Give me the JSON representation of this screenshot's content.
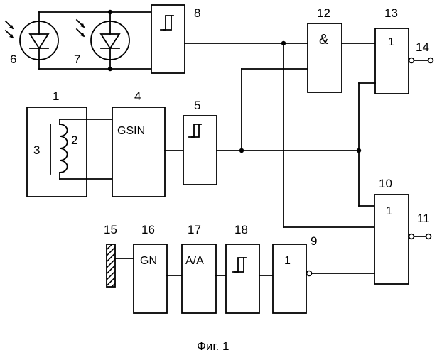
{
  "caption": "Фиг. 1",
  "blocks": {
    "b1": {
      "num": "1"
    },
    "b2": {
      "num": "2"
    },
    "b3": {
      "num": "3"
    },
    "b4": {
      "num": "4",
      "label": "GSIN"
    },
    "b5": {
      "num": "5"
    },
    "b6": {
      "num": "6"
    },
    "b7": {
      "num": "7"
    },
    "b8": {
      "num": "8"
    },
    "b9": {
      "num": "9",
      "label": "1"
    },
    "b10": {
      "num": "10",
      "label": "1"
    },
    "b11": {
      "num": "11"
    },
    "b12": {
      "num": "12",
      "label": "&"
    },
    "b13": {
      "num": "13",
      "label": "1"
    },
    "b14": {
      "num": "14"
    },
    "b15": {
      "num": "15"
    },
    "b16": {
      "num": "16",
      "label": "GN"
    },
    "b17": {
      "num": "17",
      "label": "A/A"
    },
    "b18": {
      "num": "18"
    }
  },
  "colors": {
    "line": "#000000",
    "background": "#ffffff"
  }
}
